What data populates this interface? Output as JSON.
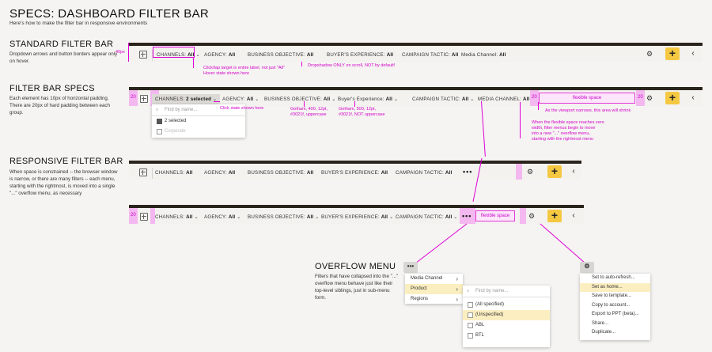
{
  "page": {
    "title": "SPECS: DASHBOARD FILTER BAR",
    "subtitle": "Here's how to make the filter bar in responsive environments"
  },
  "sections": {
    "standard": {
      "title": "STANDARD FILTER BAR",
      "desc": "Dropdown arrows and button borders appear only on hover."
    },
    "specs": {
      "title": "FILTER BAR SPECS",
      "desc": "Each element has 10px of horizontal padding. There are 20px of hard padding between each group."
    },
    "responsive": {
      "title": "RESPONSIVE FILTER BAR",
      "desc": "When space is constrained -- the browser window is narrow, or there are many filters -- each menu, starting with the rightmost, is moved into a single \"...\" overflow menu, as necessary"
    },
    "overflow": {
      "title": "OVERFLOW MENU",
      "desc": "Filters that have collapsed into the \"...\" overflow menu behave just like their top-level siblings, just in sub-menu form."
    }
  },
  "filters": {
    "channels": "CHANNELS:",
    "channels_val": "All",
    "channels_selected": "2 selected",
    "agency": "AGENCY:",
    "agency_val": "All",
    "objective": "BUSINESS OBJECTIVE:",
    "objective_val": "All",
    "experience_upper": "BUYER'S EXPERIENCE:",
    "experience_mixed": "Buyer's Experience:",
    "experience_val": "All",
    "tactic": "CAMPAIGN TACTIC:",
    "tactic_val": "All",
    "media_mixed": "Media Channel:",
    "media_upper": "MEDIA CHANNEL:",
    "media_val": "All"
  },
  "annotations": {
    "px40": "40px",
    "pad20": "20",
    "click_target": "Click/tap target is entire label, not just \"All\"\nHover state shown here",
    "dropshadow": "Dropshadow ONLY on scroll, NOT by default!",
    "click_state": "Click state shown here",
    "gotham400": "Gotham, 400, 12pt,\n#3021f, uppercase",
    "gotham500": "Gotham, 500, 12pt,\n#3021f, NOT uppercase",
    "flexible_space": "flexible space",
    "viewport_shrink": "As the viewport narrows, this area will shrink",
    "flex_zero": "When the flexible space reaches zero\nwidth, filter menus begin to move\ninto a new \"...\" overflow menu,\nstarting with the rightmost menu"
  },
  "dropdown_channels": {
    "search_placeholder": "Find by name...",
    "items": [
      "2 selected",
      "Corporate"
    ]
  },
  "overflow_menu": {
    "items": [
      "Media Channel",
      "Product",
      "Regions"
    ]
  },
  "product_submenu": {
    "search_placeholder": "Find by name...",
    "items": [
      "(All specified)",
      "(Unspecified)",
      "ABL",
      "BTL"
    ]
  },
  "settings_menu": {
    "items": [
      "Set to auto-refresh...",
      "Set as home...",
      "Save to template...",
      "Copy to account...",
      "Export to PPT (beta)...",
      "Share...",
      "Duplicate..."
    ]
  },
  "icons": {
    "plus": "+",
    "chevron_left": "‹",
    "ellipsis": "•••",
    "tune": "⚙"
  },
  "colors": {
    "accent_yellow": "#f5c842",
    "annotation_magenta": "#e000d8",
    "bar_border": "#2a241c"
  }
}
